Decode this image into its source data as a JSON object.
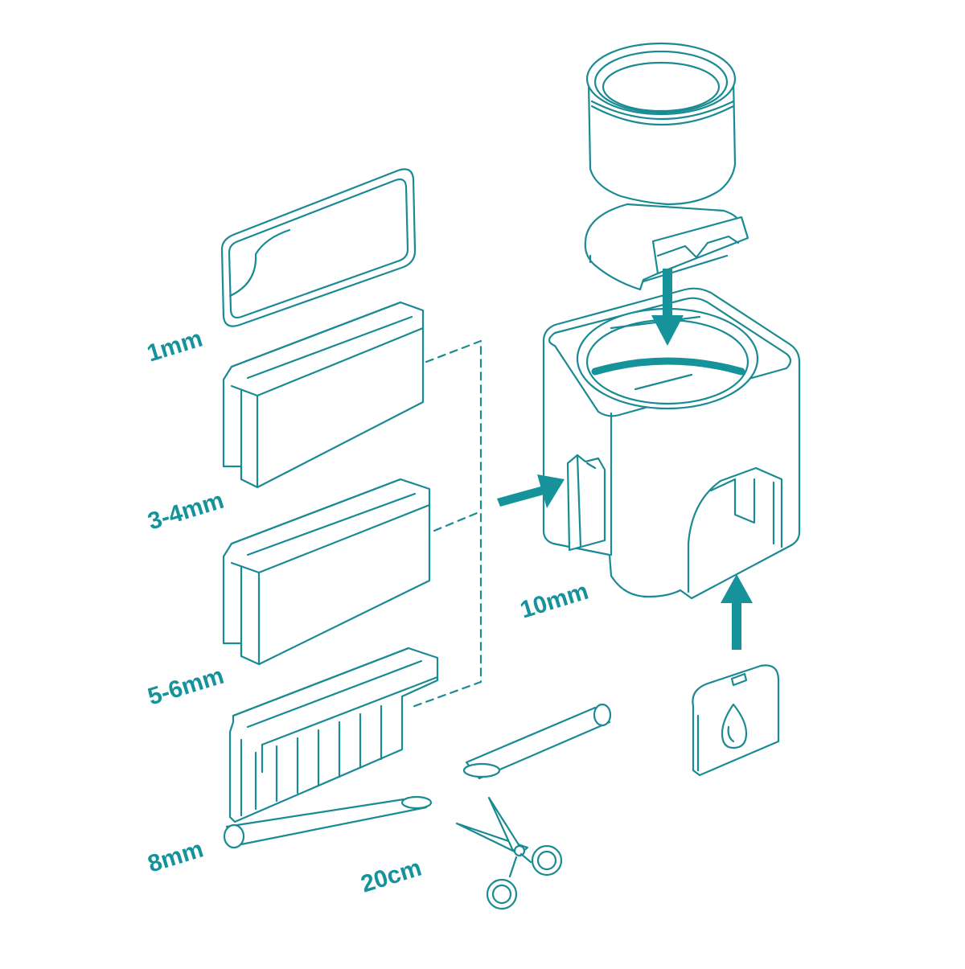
{
  "colors": {
    "line": "#1a8a93",
    "accent": "#16929b",
    "background": "#ffffff"
  },
  "labels": {
    "l1": "1mm",
    "l34": "3-4mm",
    "l56": "5-6mm",
    "l8": "8mm",
    "l10": "10mm",
    "l20": "20cm"
  },
  "icons": {
    "drop": "water-drop-icon",
    "scissors": "scissors-icon"
  }
}
